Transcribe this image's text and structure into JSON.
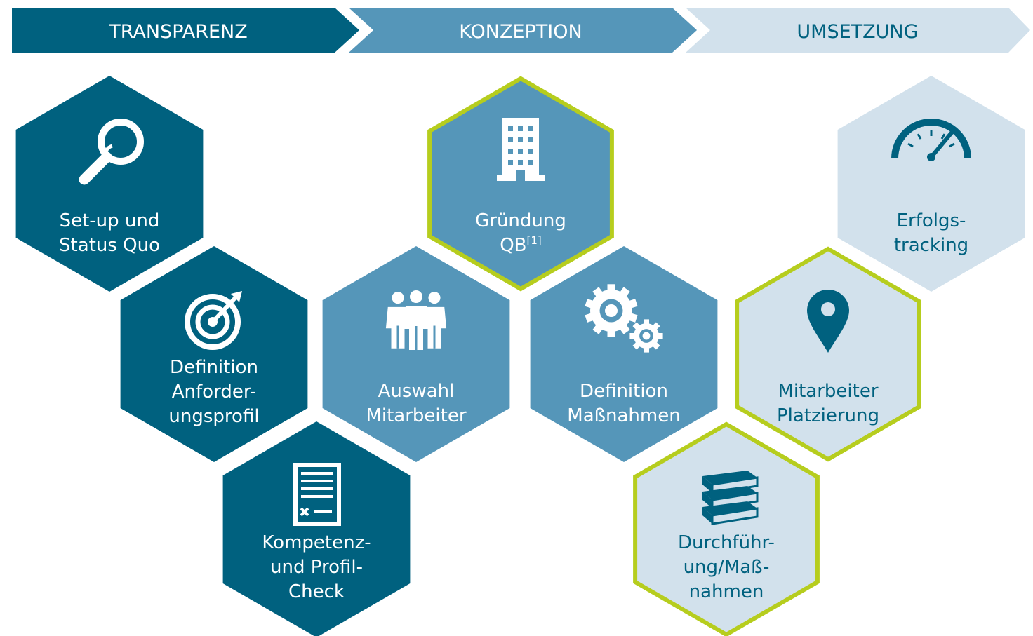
{
  "colors": {
    "dark": "#00617f",
    "mid": "#5596b9",
    "light": "#d2e1ec",
    "accent": "#b6cd1e",
    "text_light": "#ffffff",
    "text_dark": "#00617f"
  },
  "phases": [
    {
      "id": "transparenz",
      "label": "TRANSPARENZ",
      "tone": "dark"
    },
    {
      "id": "konzeption",
      "label": "KONZEPTION",
      "tone": "mid"
    },
    {
      "id": "umsetzung",
      "label": "UMSETZUNG",
      "tone": "light"
    }
  ],
  "hexes": [
    {
      "id": "setup",
      "icon": "magnifier-icon",
      "tone": "dark",
      "highlight": false,
      "lines": [
        "Set-up und",
        "Status Quo"
      ]
    },
    {
      "id": "anforderungsprofil",
      "icon": "target-icon",
      "tone": "dark",
      "highlight": false,
      "lines": [
        "Definition",
        "Anforder-",
        "ungsprofil"
      ]
    },
    {
      "id": "kompetenz",
      "icon": "checklist-icon",
      "tone": "dark",
      "highlight": false,
      "lines": [
        "Kompetenz-",
        "und Profil-",
        "Check"
      ]
    },
    {
      "id": "gruendung",
      "icon": "building-icon",
      "tone": "mid",
      "highlight": true,
      "lines": [
        "Gründung",
        "QB"
      ],
      "sup": "[1]"
    },
    {
      "id": "auswahl",
      "icon": "people-icon",
      "tone": "mid",
      "highlight": false,
      "lines": [
        "Auswahl",
        "Mitarbeiter"
      ]
    },
    {
      "id": "massnahmen",
      "icon": "gears-icon",
      "tone": "mid",
      "highlight": false,
      "lines": [
        "Definition",
        "Maßnahmen"
      ]
    },
    {
      "id": "erfolgstracking",
      "icon": "speedometer-icon",
      "tone": "light",
      "highlight": false,
      "lines": [
        "Erfolgs-",
        "tracking"
      ]
    },
    {
      "id": "platzierung",
      "icon": "location-pin-icon",
      "tone": "light",
      "highlight": true,
      "lines": [
        "Mitarbeiter",
        "Platzierung"
      ]
    },
    {
      "id": "durchfuehrung",
      "icon": "books-icon",
      "tone": "light",
      "highlight": true,
      "lines": [
        "Durchführ-",
        "ung/Maß-",
        "nahmen"
      ]
    }
  ]
}
